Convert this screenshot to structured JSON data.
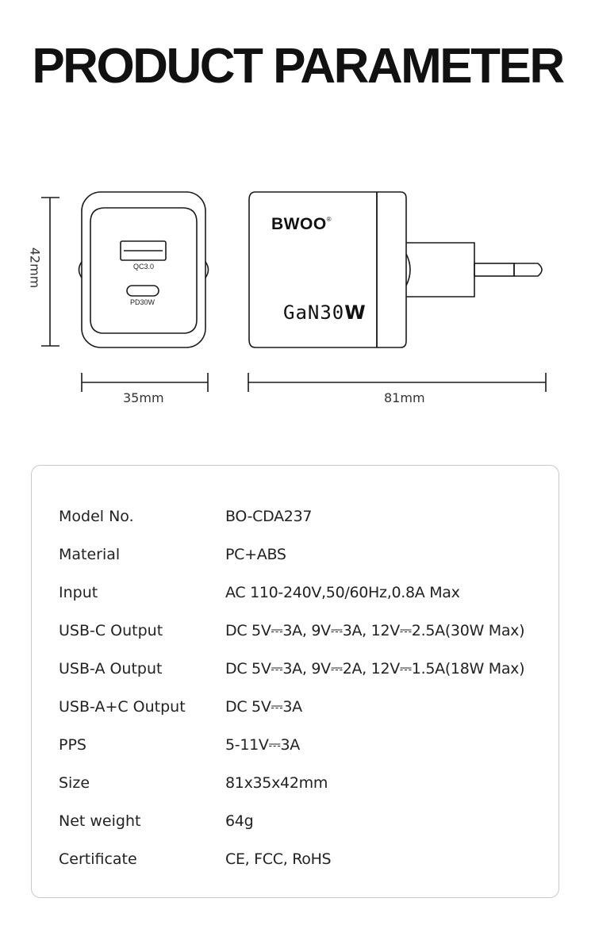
{
  "header": {
    "title": "PRODUCT PARAMETER"
  },
  "diagram": {
    "height_label": "42mm",
    "width_label": "35mm",
    "length_label": "81mm",
    "port_a_label": "QC3.0",
    "port_c_label": "PD30W",
    "brand": "BWOO",
    "brand_mark": "®",
    "gan_text": "GaN30",
    "gan_w": "W"
  },
  "colors": {
    "text": "#1a1a1a",
    "border": "#c8c8c8",
    "outline": "#1a1a1a"
  },
  "specs": [
    {
      "key": "Model No.",
      "value": "BO-CDA237"
    },
    {
      "key": "Material",
      "value": "PC+ABS"
    },
    {
      "key": "Input",
      "value": "AC 110-240V,50/60Hz,0.8A Max"
    },
    {
      "key": "USB-C Output",
      "value": "DC 5V⎓3A, 9V⎓3A, 12V⎓2.5A(30W Max)"
    },
    {
      "key": "USB-A Output",
      "value": "DC 5V⎓3A, 9V⎓2A, 12V⎓1.5A(18W Max)"
    },
    {
      "key": "USB-A+C Output",
      "value": "DC 5V⎓3A"
    },
    {
      "key": "PPS",
      "value": "5-11V⎓3A"
    },
    {
      "key": "Size",
      "value": "81x35x42mm"
    },
    {
      "key": "Net weight",
      "value": "64g"
    },
    {
      "key": "Certificate",
      "value": "CE, FCC, RoHS"
    }
  ]
}
